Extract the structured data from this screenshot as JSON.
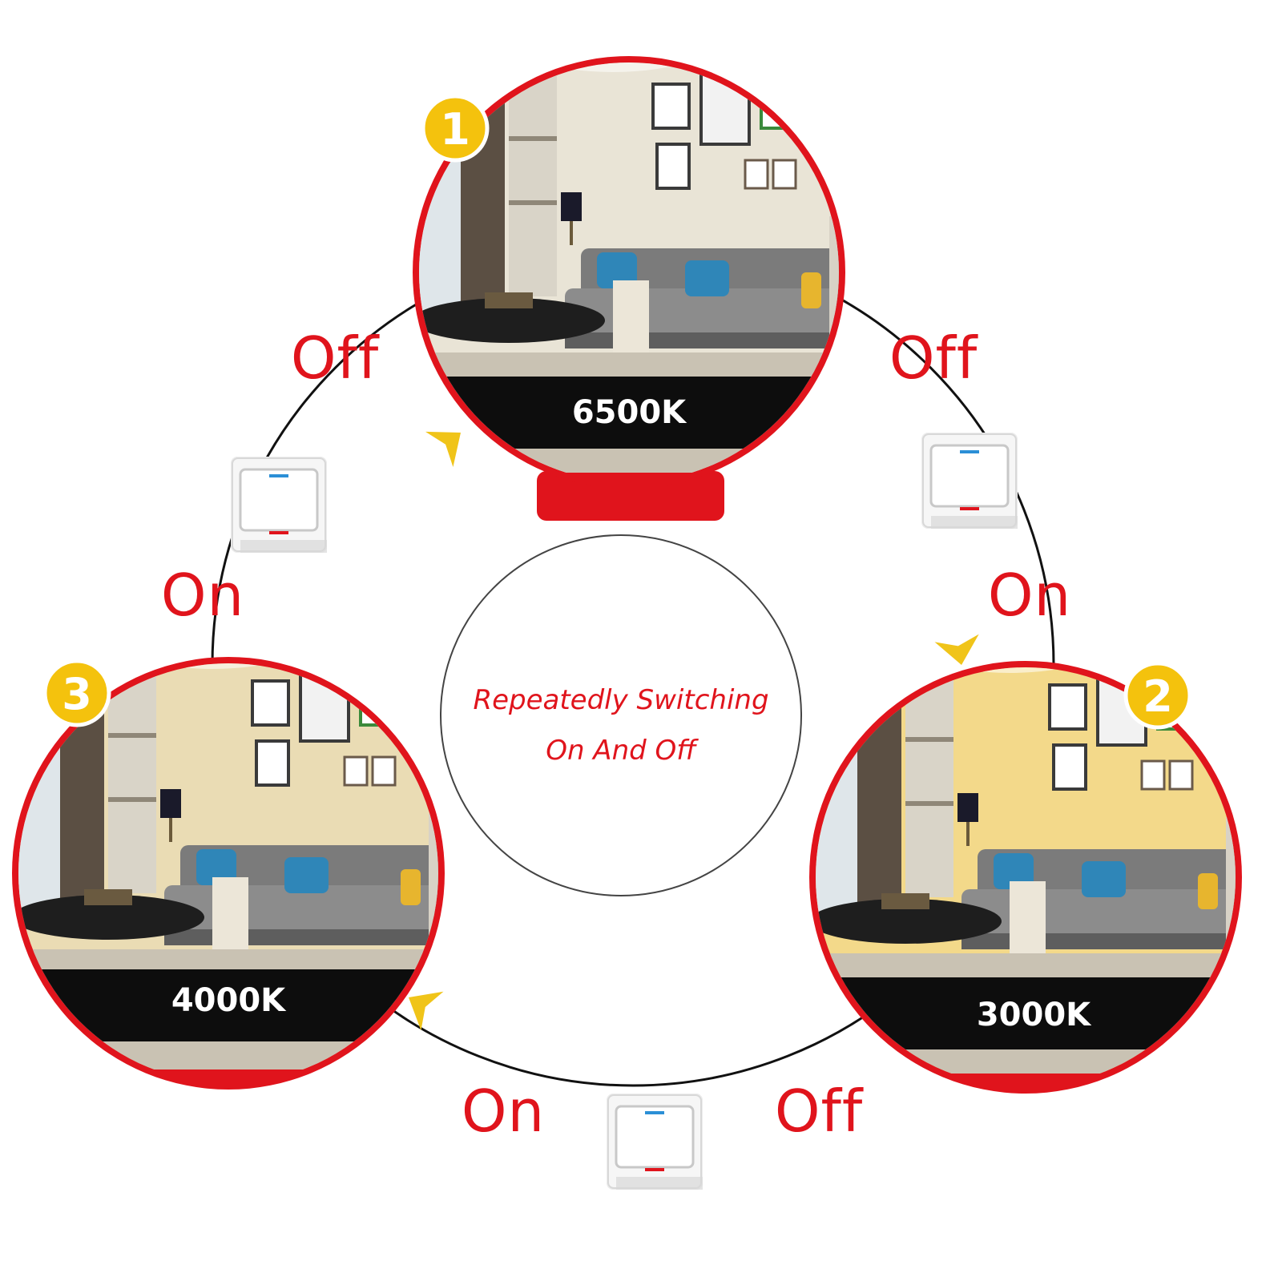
{
  "center": {
    "line1": "Repeatedly Switching",
    "line2": "On And Off"
  },
  "stages": [
    {
      "number": "1",
      "temperature": "6500K",
      "tint": "#e9e4d6"
    },
    {
      "number": "2",
      "temperature": "3000K",
      "tint": "#f3d98a"
    },
    {
      "number": "3",
      "temperature": "4000K",
      "tint": "#eadcb4"
    }
  ],
  "transitions": {
    "top_left": "Off",
    "top_right": "Off",
    "left": "On",
    "right": "On",
    "bottom_left": "On",
    "bottom_right": "Off"
  },
  "colors": {
    "accent_red": "#e0141c",
    "badge_yellow": "#f4c20d",
    "arrow_yellow": "#f0c419",
    "switch_indicator_blue": "#2b8fd6",
    "switch_indicator_red": "#e0141c"
  },
  "icons": {
    "switch": "wall-switch-icon",
    "arrow": "arrow-head-icon"
  }
}
